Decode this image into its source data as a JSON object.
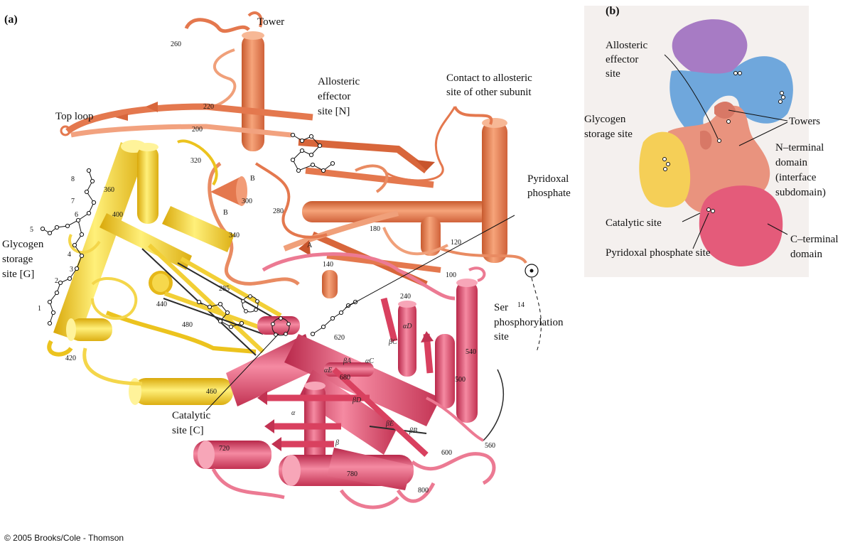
{
  "panels": {
    "a": "(a)",
    "b": "(b)"
  },
  "copyright": "© 2005 Brooks/Cole - Thomson",
  "panel_a": {
    "labels": {
      "tower": "Tower",
      "allosteric": [
        "Allosteric",
        "effector",
        "site [N]"
      ],
      "contact": [
        "Contact to allosteric",
        "site of other subunit"
      ],
      "top_loop": "Top loop",
      "pyridoxal": [
        "Pyridoxal",
        "phosphate"
      ],
      "glycogen": [
        "Glycogen",
        "storage",
        "site [G]"
      ],
      "ser": [
        "Ser",
        "14",
        "phosphorylation",
        "site"
      ],
      "catalytic": [
        "Catalytic",
        "site [C]"
      ]
    },
    "residues": [
      "260",
      "220",
      "200",
      "320",
      "360",
      "400",
      "300",
      "280",
      "180",
      "340",
      "120",
      "140",
      "100",
      "285",
      "440",
      "240",
      "480",
      "620",
      "540",
      "420",
      "680",
      "500",
      "460",
      "720",
      "600",
      "560",
      "780",
      "800"
    ],
    "glycogen_units": [
      "8",
      "7",
      "6",
      "5",
      "4",
      "3",
      "2",
      "1"
    ],
    "small_letters": [
      "B",
      "B",
      "A"
    ],
    "secondary": [
      "αD",
      "βC",
      "βA",
      "αC",
      "αE",
      "βD",
      "α",
      "βE",
      "βB",
      "β"
    ]
  },
  "panel_b": {
    "labels": {
      "allosteric": [
        "Allosteric",
        "effector",
        "site"
      ],
      "glycogen": [
        "Glycogen",
        "storage site"
      ],
      "towers": "Towers",
      "nterm": [
        "N–terminal",
        "domain",
        "(interface",
        "subdomain)"
      ],
      "catalytic": "Catalytic site",
      "pyridoxal": "Pyridoxal phosphate site",
      "cterm": [
        "C–terminal",
        "domain"
      ]
    }
  },
  "colors": {
    "n_domain": "#e8875a",
    "glycogen_domain": "#f3d23a",
    "c_domain": "#e34f6e",
    "b_purple": "#a77bc4",
    "b_blue": "#6fa7dc",
    "b_salmon": "#e9937e",
    "b_yellow": "#f5cf57",
    "b_pink": "#e45b7a",
    "b_bg": "#f4f0ee"
  }
}
